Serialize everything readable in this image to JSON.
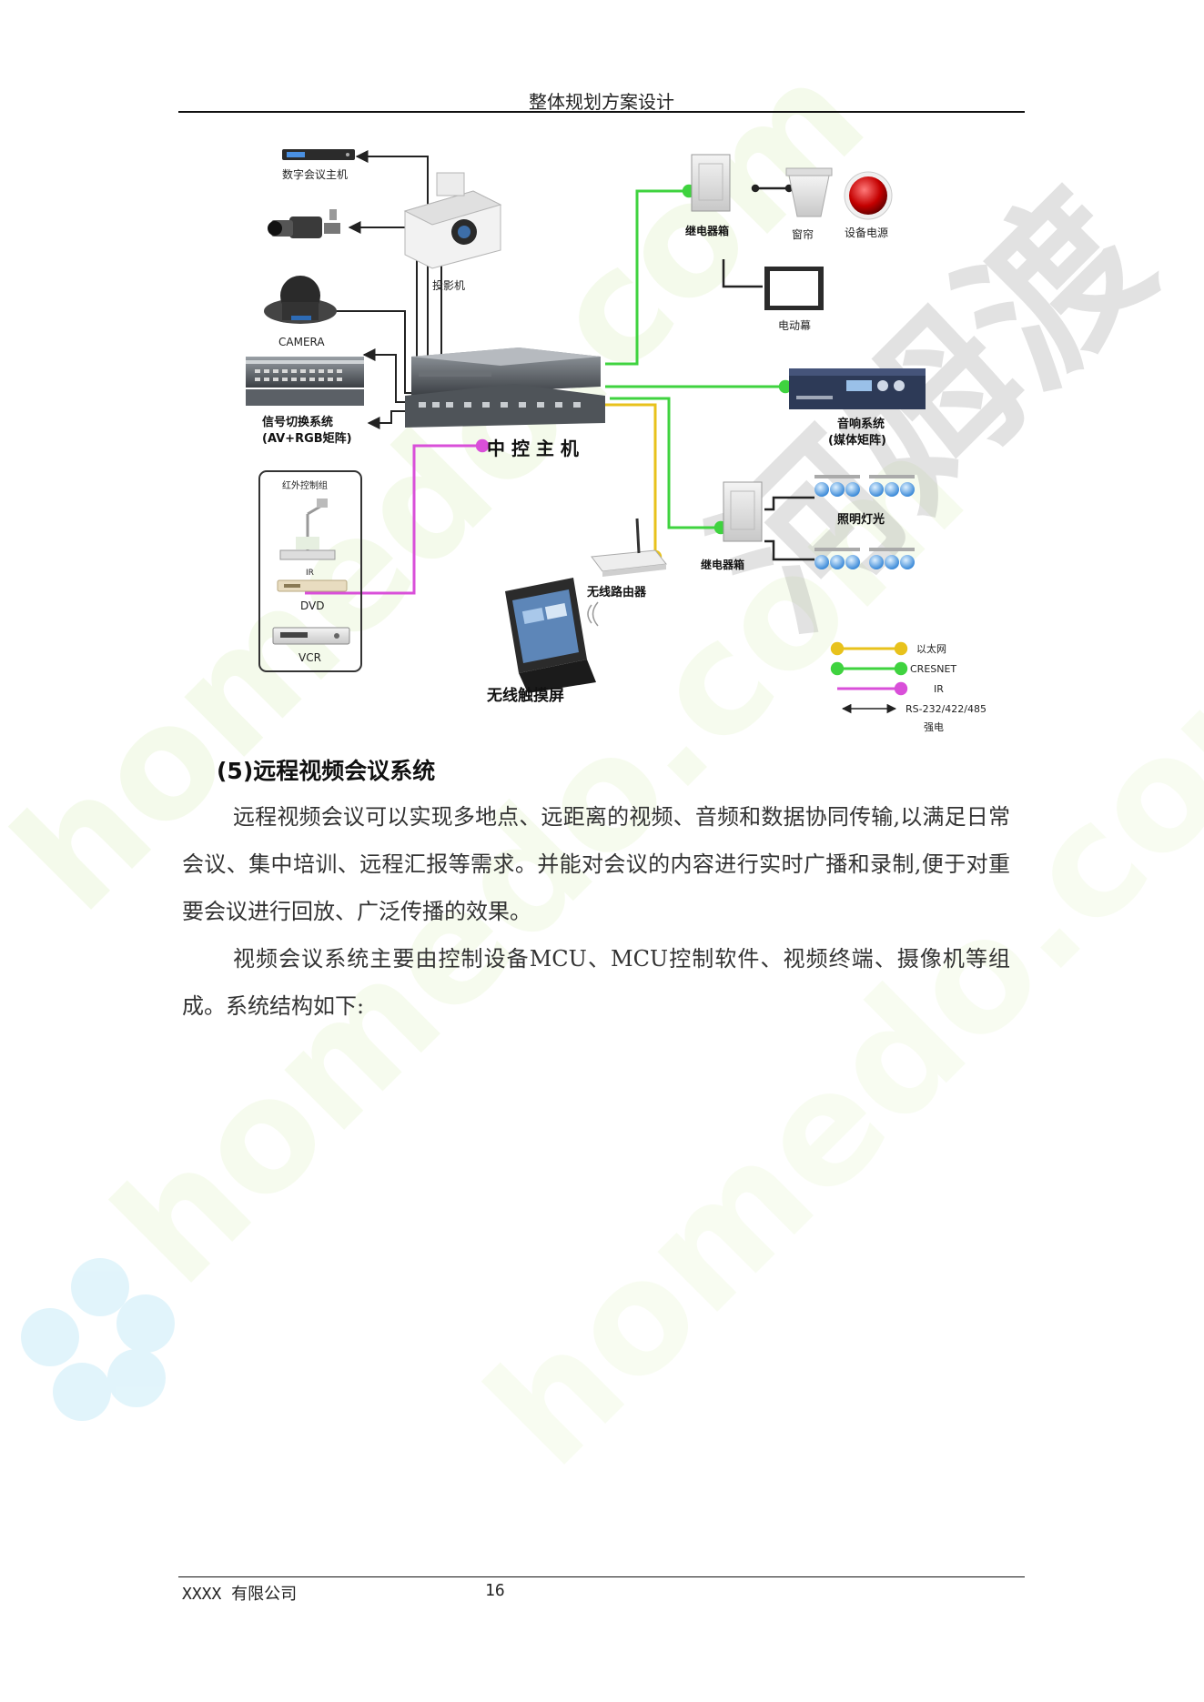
{
  "header": {
    "title": "整体规划方案设计"
  },
  "diagram": {
    "labels": {
      "digital_conf_host": "数字会议主机",
      "camera": "CAMERA",
      "signal_switch_line1": "信号切换系统",
      "signal_switch_line2": "(AV+RGB矩阵)",
      "ir_group": "红外控制组",
      "ir": "IR",
      "dvd": "DVD",
      "vcr": "VCR",
      "projector": "投影机",
      "central_host": "中 控 主 机",
      "router": "无线路由器",
      "touch_screen": "无线触摸屏",
      "relay_box_top": "继电器箱",
      "curtain": "窗帘",
      "device_power": "设备电源",
      "screen": "电动幕",
      "sound_line1": "音响系统",
      "sound_line2": "(媒体矩阵)",
      "lighting": "照明灯光",
      "relay_box_bottom": "继电器箱"
    },
    "legend": [
      {
        "label": "以太网",
        "color": "#e8c21c"
      },
      {
        "label": "CRESNET",
        "color": "#3fd33f"
      },
      {
        "label": "IR",
        "color": "#d94fd9"
      },
      {
        "label": "RS-232/422/485",
        "color": "#222222"
      },
      {
        "label": "强电",
        "color": "#222222"
      }
    ],
    "line_colors": {
      "ethernet": "#e8c21c",
      "cresnet": "#3fd33f",
      "ir": "#d94fd9",
      "rs": "#222222"
    }
  },
  "section": {
    "heading": "(5)远程视频会议系统",
    "paragraphs": [
      "远程视频会议可以实现多地点、远距离的视频、音频和数据协同传输,以满足日常会议、集中培训、远程汇报等需求。并能对会议的内容进行实时广播和录制,便于对重要会议进行回放、广泛传播的效果。",
      "视频会议系统主要由控制设备MCU、MCU控制软件、视频终端、摄像机等组成。系统结构如下:"
    ]
  },
  "footer": {
    "company": "XXXX 有限公司",
    "page": "16"
  },
  "watermark": {
    "text_main": "homedo.com",
    "text_cn": "河姆渡"
  }
}
